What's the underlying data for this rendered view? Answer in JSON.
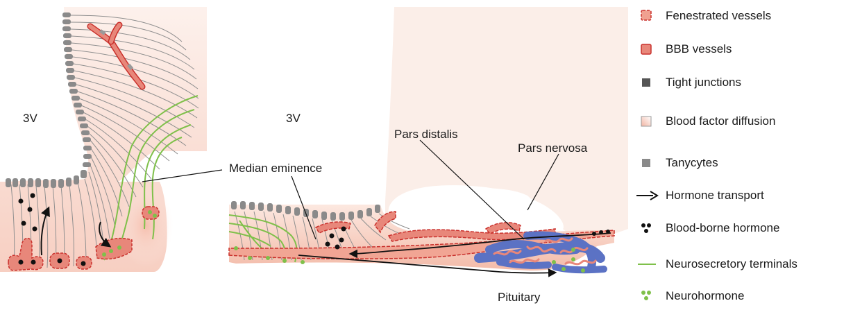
{
  "diagram": {
    "labels": {
      "left_3v": "3V",
      "mid_3v": "3V",
      "median_eminence": "Median eminence",
      "pars_distalis": "Pars distalis",
      "pars_nervosa": "Pars nervosa",
      "pituitary": "Pituitary"
    }
  },
  "legend": {
    "items": [
      {
        "label": "Fenestrated vessels",
        "icon": "fenestrated-vessel-icon"
      },
      {
        "label": "BBB vessels",
        "icon": "bbb-vessel-icon"
      },
      {
        "label": "Tight junctions",
        "icon": "tight-junction-icon"
      },
      {
        "label": "Blood factor diffusion",
        "icon": "diffusion-gradient-icon"
      },
      {
        "label": "Tanycytes",
        "icon": "tanycyte-icon"
      },
      {
        "label": "Hormone transport",
        "icon": "arrow-right-icon"
      },
      {
        "label": "Blood-borne hormone",
        "icon": "black-dots-icon"
      },
      {
        "label": "Neurosecretory terminals",
        "icon": "green-line-icon"
      },
      {
        "label": "Neurohormone",
        "icon": "green-dots-icon"
      }
    ]
  },
  "colors": {
    "tissue": "#fbe7df",
    "tissue_dark": "#f2b8a6",
    "vessel": "#e8877a",
    "vessel_border": "#c9302c",
    "vein_blue": "#5b72c4",
    "tanycyte": "#8a8a8a",
    "fiber": "#8f8f8f",
    "neuro_green": "#7fc04a",
    "black": "#111111",
    "pars_bg": "#fbeee8"
  }
}
